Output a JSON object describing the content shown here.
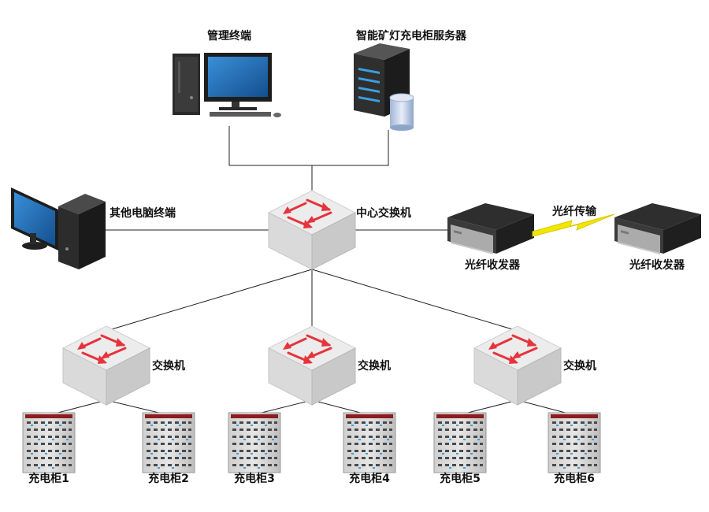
{
  "nodes": {
    "management_terminal": "管理终端",
    "server": "智能矿灯充电柜服务器",
    "other_terminal": "其他电脑终端",
    "core_switch": "中心交换机",
    "transceiver_left": "光纤收发器",
    "transceiver_right": "光纤收发器",
    "fiber_link": "光纤传输",
    "switches": [
      "交换机",
      "交换机",
      "交换机"
    ],
    "cabinets": [
      "充电柜1",
      "充电柜2",
      "充电柜3",
      "充电柜4",
      "充电柜5",
      "充电柜6"
    ]
  },
  "colors": {
    "switch_arrow": "#e5343c",
    "fiber": "#f2e600",
    "monitor_screen": "#1e73be",
    "device_dark": "#2b2b2b"
  }
}
